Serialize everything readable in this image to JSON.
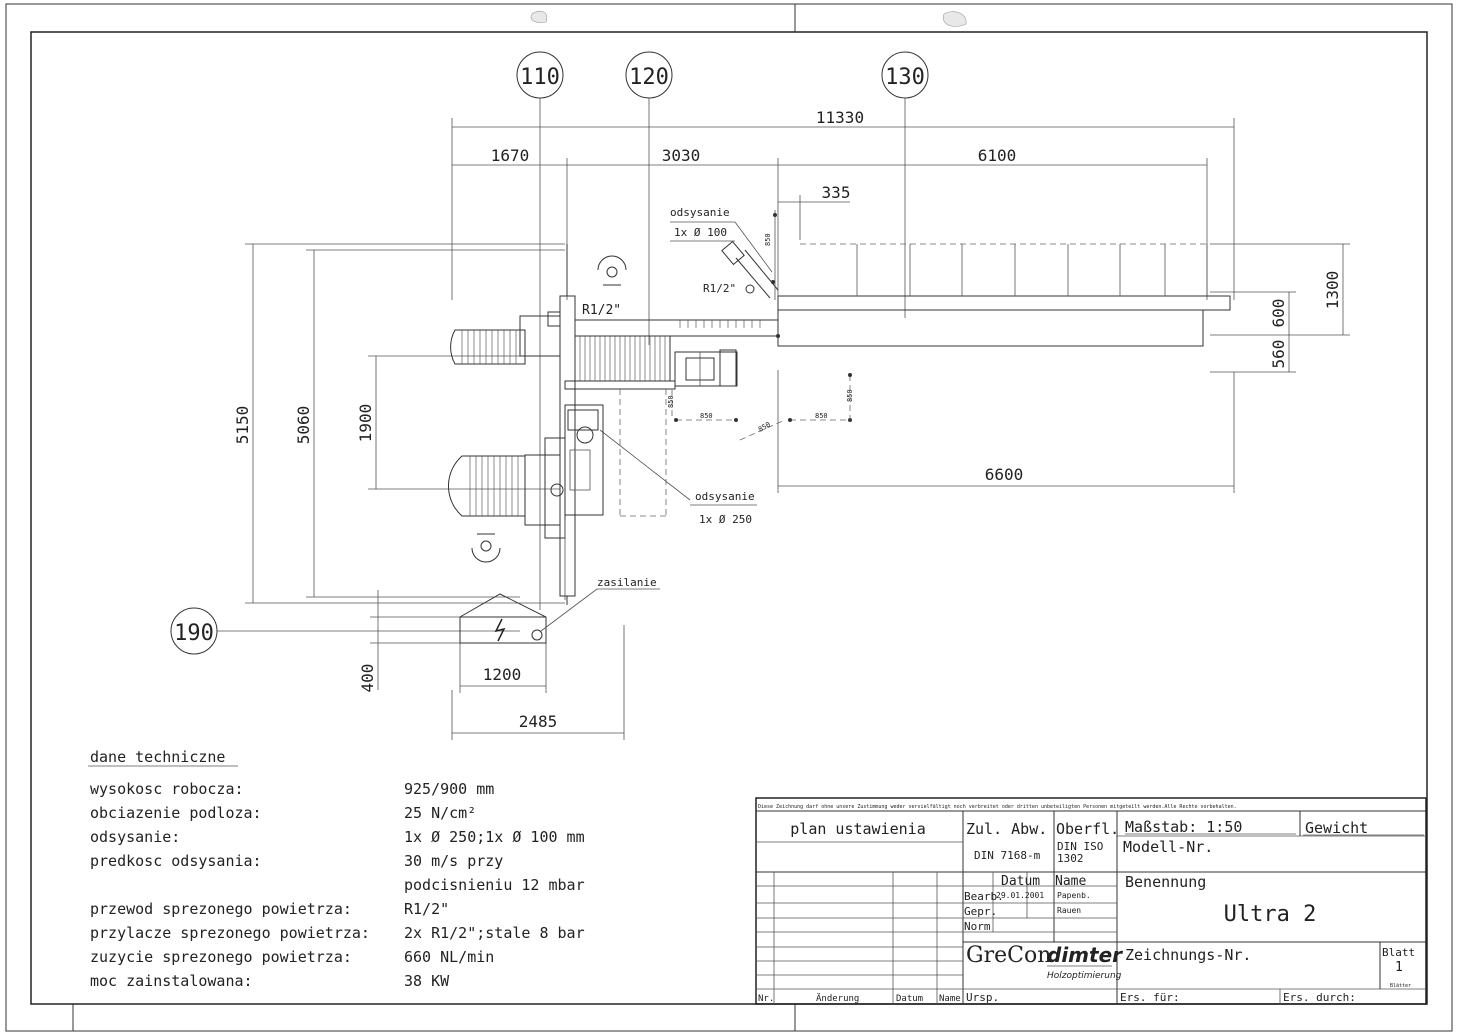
{
  "callouts": {
    "c110": "110",
    "c120": "120",
    "c130": "130",
    "c190": "190"
  },
  "dimensions": {
    "d11330": "11330",
    "d1670": "1670",
    "d3030": "3030",
    "d6100": "6100",
    "d335": "335",
    "d5150": "5150",
    "d5060": "5060",
    "d1900": "1900",
    "d1300": "1300",
    "d600": "600",
    "d560": "560",
    "d6600": "6600",
    "d400": "400",
    "d1200": "1200",
    "d2485": "2485",
    "d850a": "850",
    "d850b": "850",
    "d850c": "850",
    "d850d": "850",
    "d850e": "850",
    "d850f": "850"
  },
  "labels": {
    "odsysanie_top": "odsysanie",
    "odsysanie_top_size": "1x Ø 100",
    "r12_left": "R1/2\"",
    "r12_right": "R1/2\"",
    "odsysanie_bottom": "odsysanie",
    "odsysanie_bottom_size": "1x Ø 250",
    "zasilanie": "zasilanie"
  },
  "tech": {
    "heading": "dane techniczne",
    "rows": [
      {
        "label": "wysokosc robocza:",
        "value": "925/900 mm"
      },
      {
        "label": "obciazenie podloza:",
        "value": "25 N/cm²"
      },
      {
        "label": "odsysanie:",
        "value": "1x Ø 250;1x Ø 100 mm"
      },
      {
        "label": "predkosc odsysania:",
        "value": "30 m/s przy"
      },
      {
        "label": "",
        "value": "podcisnieniu 12 mbar"
      },
      {
        "label": "przewod sprezonego powietrza:",
        "value": "R1/2\""
      },
      {
        "label": "przylacze sprezonego powietrza:",
        "value": "2x R1/2\";stale 8 bar"
      },
      {
        "label": "zuzycie sprezonego powietrza:",
        "value": "660 NL/min"
      },
      {
        "label": "moc zainstalowana:",
        "value": " 38 KW"
      }
    ]
  },
  "title_block": {
    "notice": "Diese Zeichnung darf ohne unsere Zustimmung weder vervielfältigt noch verbreitet oder dritten unbeteiligten Personen mitgeteilt werden.Alle Rechte vorbehalten.",
    "plan": "plan ustawienia",
    "zul_abw": "Zul. Abw.",
    "din7168": "DIN 7168-m",
    "oberfl": "Oberfl.",
    "din_iso": "DIN ISO",
    "din_iso_no": "1302",
    "massstab": "Maßstab: 1:50",
    "gewicht": "Gewicht",
    "modell": "Modell-Nr.",
    "datum": "Datum",
    "name": "Name",
    "bearb": "Bearb.",
    "bearb_date": "29.01.2001",
    "bearb_name": "Papenb.",
    "gepr": "Gepr.",
    "gepr_name": "Rauen",
    "norm": "Norm",
    "benennung": "Benennung",
    "title": "Ultra 2",
    "brand_a": "GreCon",
    "brand_b": "dimter",
    "brand_c": "Holzoptimierung",
    "zeichnungs": "Zeichnungs-Nr.",
    "blatt": "Blatt",
    "blatt_no": "1",
    "blattn": "Blätter",
    "nr": "Nr.",
    "aenderung": "Änderung",
    "datum2": "Datum",
    "name2": "Name",
    "ursp": "Ursp.",
    "ers_fuer": "Ers. für:",
    "ers_durch": "Ers. durch:"
  }
}
